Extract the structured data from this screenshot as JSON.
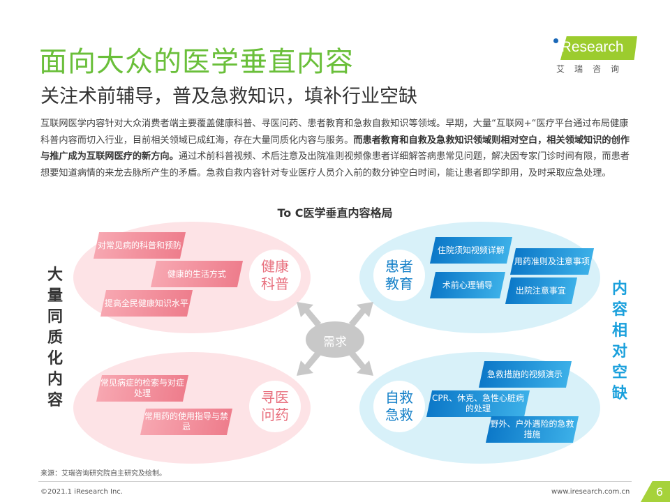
{
  "header": {
    "title": "面向大众的医学垂直内容",
    "subtitle": "关注术前辅导，普及急救知识，填补行业空缺",
    "logo_text": "iResearch",
    "logo_cn": "艾瑞咨询"
  },
  "body": {
    "p1": "互联网医学内容针对大众消费者端主要覆盖健康科普、寻医问药、患者教育和急救自救知识等领域。早期，大量“互联网+“医疗平台通过布局健康科普内容而切入行业，目前相关领域已成红海，存在大量同质化内容与服务。",
    "bold": "而患者教育和自救及急救知识领域则相对空白，相关领域知识的创作与推广成为互联网医疗的新方向。",
    "p2": "通过术前科普视频、术后注意及出院准则视频像患者详细解答病患常见问题，解决因专家门诊时间有限，而患者想要知道病情的来龙去脉所产生的矛盾。急救自救内容针对专业医疗人员介入前的数分钟空白时间，能让患者即学即用，及时采取应急处理。"
  },
  "diagram": {
    "title": "To C医学垂直内容格局",
    "center": "需求",
    "left_label": "大量同质化内容",
    "right_label": "内容相对空缺",
    "health": {
      "label": "健康\n科普",
      "tags": [
        "对常见病的科普和预防",
        "健康的生活方式",
        "提高全民健康知识水平"
      ]
    },
    "seek": {
      "label": "寻医\n问药",
      "tags": [
        "常见病症的检索与对症处理",
        "常用药的使用指导与禁忌"
      ]
    },
    "patient": {
      "label": "患者\n教育",
      "tags": [
        "住院须知视频详解",
        "用药准则及注意事项",
        "术前心理辅导",
        "出院注意事宜"
      ]
    },
    "rescue": {
      "label": "自救\n急救",
      "tags": [
        "急救措施的视频演示",
        "CPR、休克、急性心脏病的处理",
        "野外、户外遇险的急救措施"
      ]
    }
  },
  "footer": {
    "source": "来源：艾瑞咨询研究院自主研究及绘制。",
    "copyright": "©2021.1 iResearch Inc.",
    "url": "www.iresearch.com.cn",
    "page": "6"
  },
  "colors": {
    "green": "#6abf3a",
    "pink": "#ee7d8c",
    "blue": "#1580c8"
  }
}
